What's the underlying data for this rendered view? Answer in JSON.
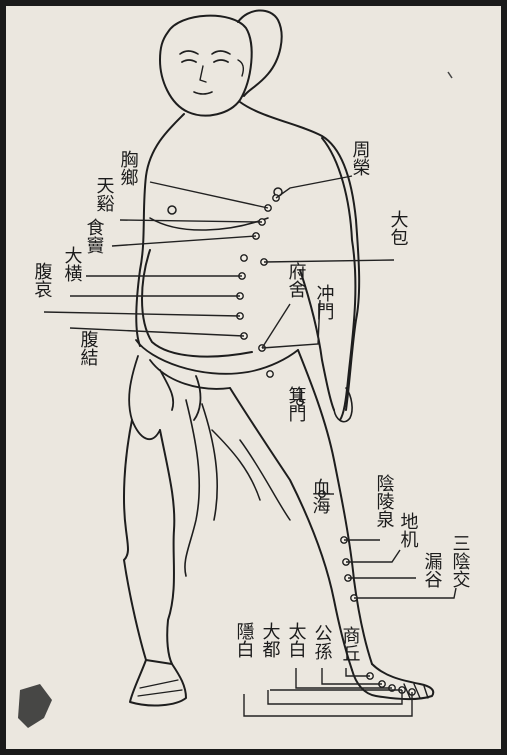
{
  "colors": {
    "paper": "#ebe7df",
    "ink": "#1e1e1e",
    "border": "#1a1a1a"
  },
  "labels": {
    "zhourong": "周榮",
    "xiongxiang": "胸鄉",
    "tianxi": "天谿",
    "shidou": "食竇",
    "dabao": "大包",
    "daheng": "大横",
    "fuai": "腹哀",
    "fushe": "府舍",
    "chongmen": "冲門",
    "fujie": "腹結",
    "jimen": "箕門",
    "xuehai": "血海",
    "yinlingquan": "陰陵泉",
    "diji": "地机",
    "lougu": "漏谷",
    "sanyinjiao": "三陰交",
    "shangqiu": "商丘",
    "gongsun": "公孫",
    "taibai": "太白",
    "dadu": "大都",
    "yinbai": "隱白"
  }
}
